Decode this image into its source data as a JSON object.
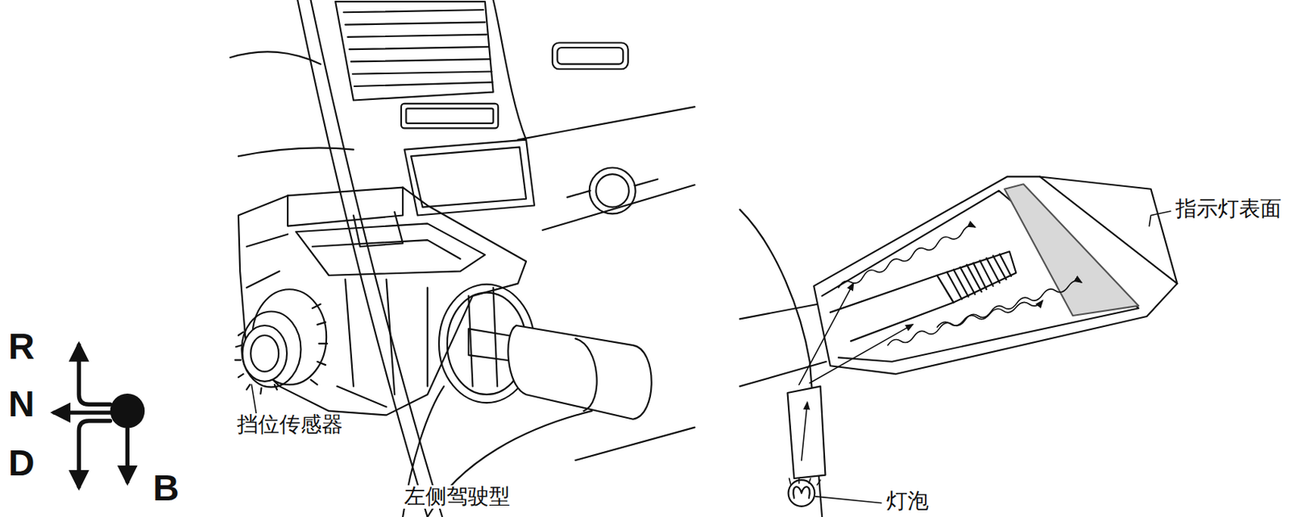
{
  "diagram": {
    "labels": [
      "R",
      "N",
      "D",
      "B",
      "挡位传感器",
      "左侧驾驶型",
      "指示灯表面",
      "灯泡"
    ]
  }
}
